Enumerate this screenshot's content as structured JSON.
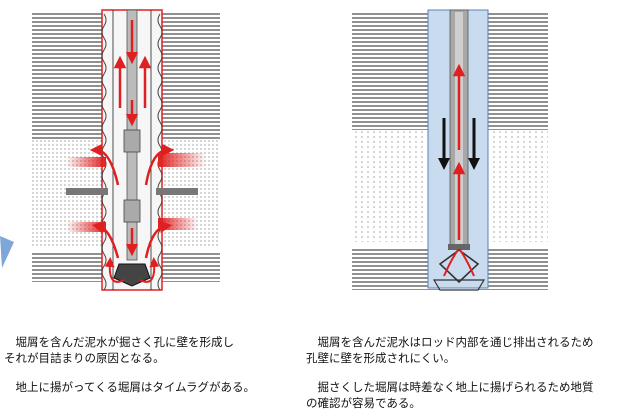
{
  "left_caption": {
    "lines": [
      "　堀屑を含んだ泥水が掘さく孔に壁を形成し",
      "それが目詰まりの原因となる。"
    ],
    "lines2": [
      "　地上に揚がってくる堀屑はタイムラグがある。"
    ]
  },
  "right_caption": {
    "lines": [
      "　堀屑を含んだ泥水はロッド内部を通じ排出されるため",
      "孔壁に壁を形成されにくい。"
    ],
    "lines2": [
      "　掘さくした堀屑は時差なく地上に揚げられるため地質",
      "の確認が容易である。"
    ]
  },
  "colors": {
    "arrow": "#e02020",
    "down_arrow": "#111111",
    "borehole_fill": "#c9dcef",
    "borehole_edge": "#5b7fb3",
    "rod": "#a8a8a8",
    "strata_line": "#222222",
    "left_arrow_shape": "#7ea6d8"
  }
}
